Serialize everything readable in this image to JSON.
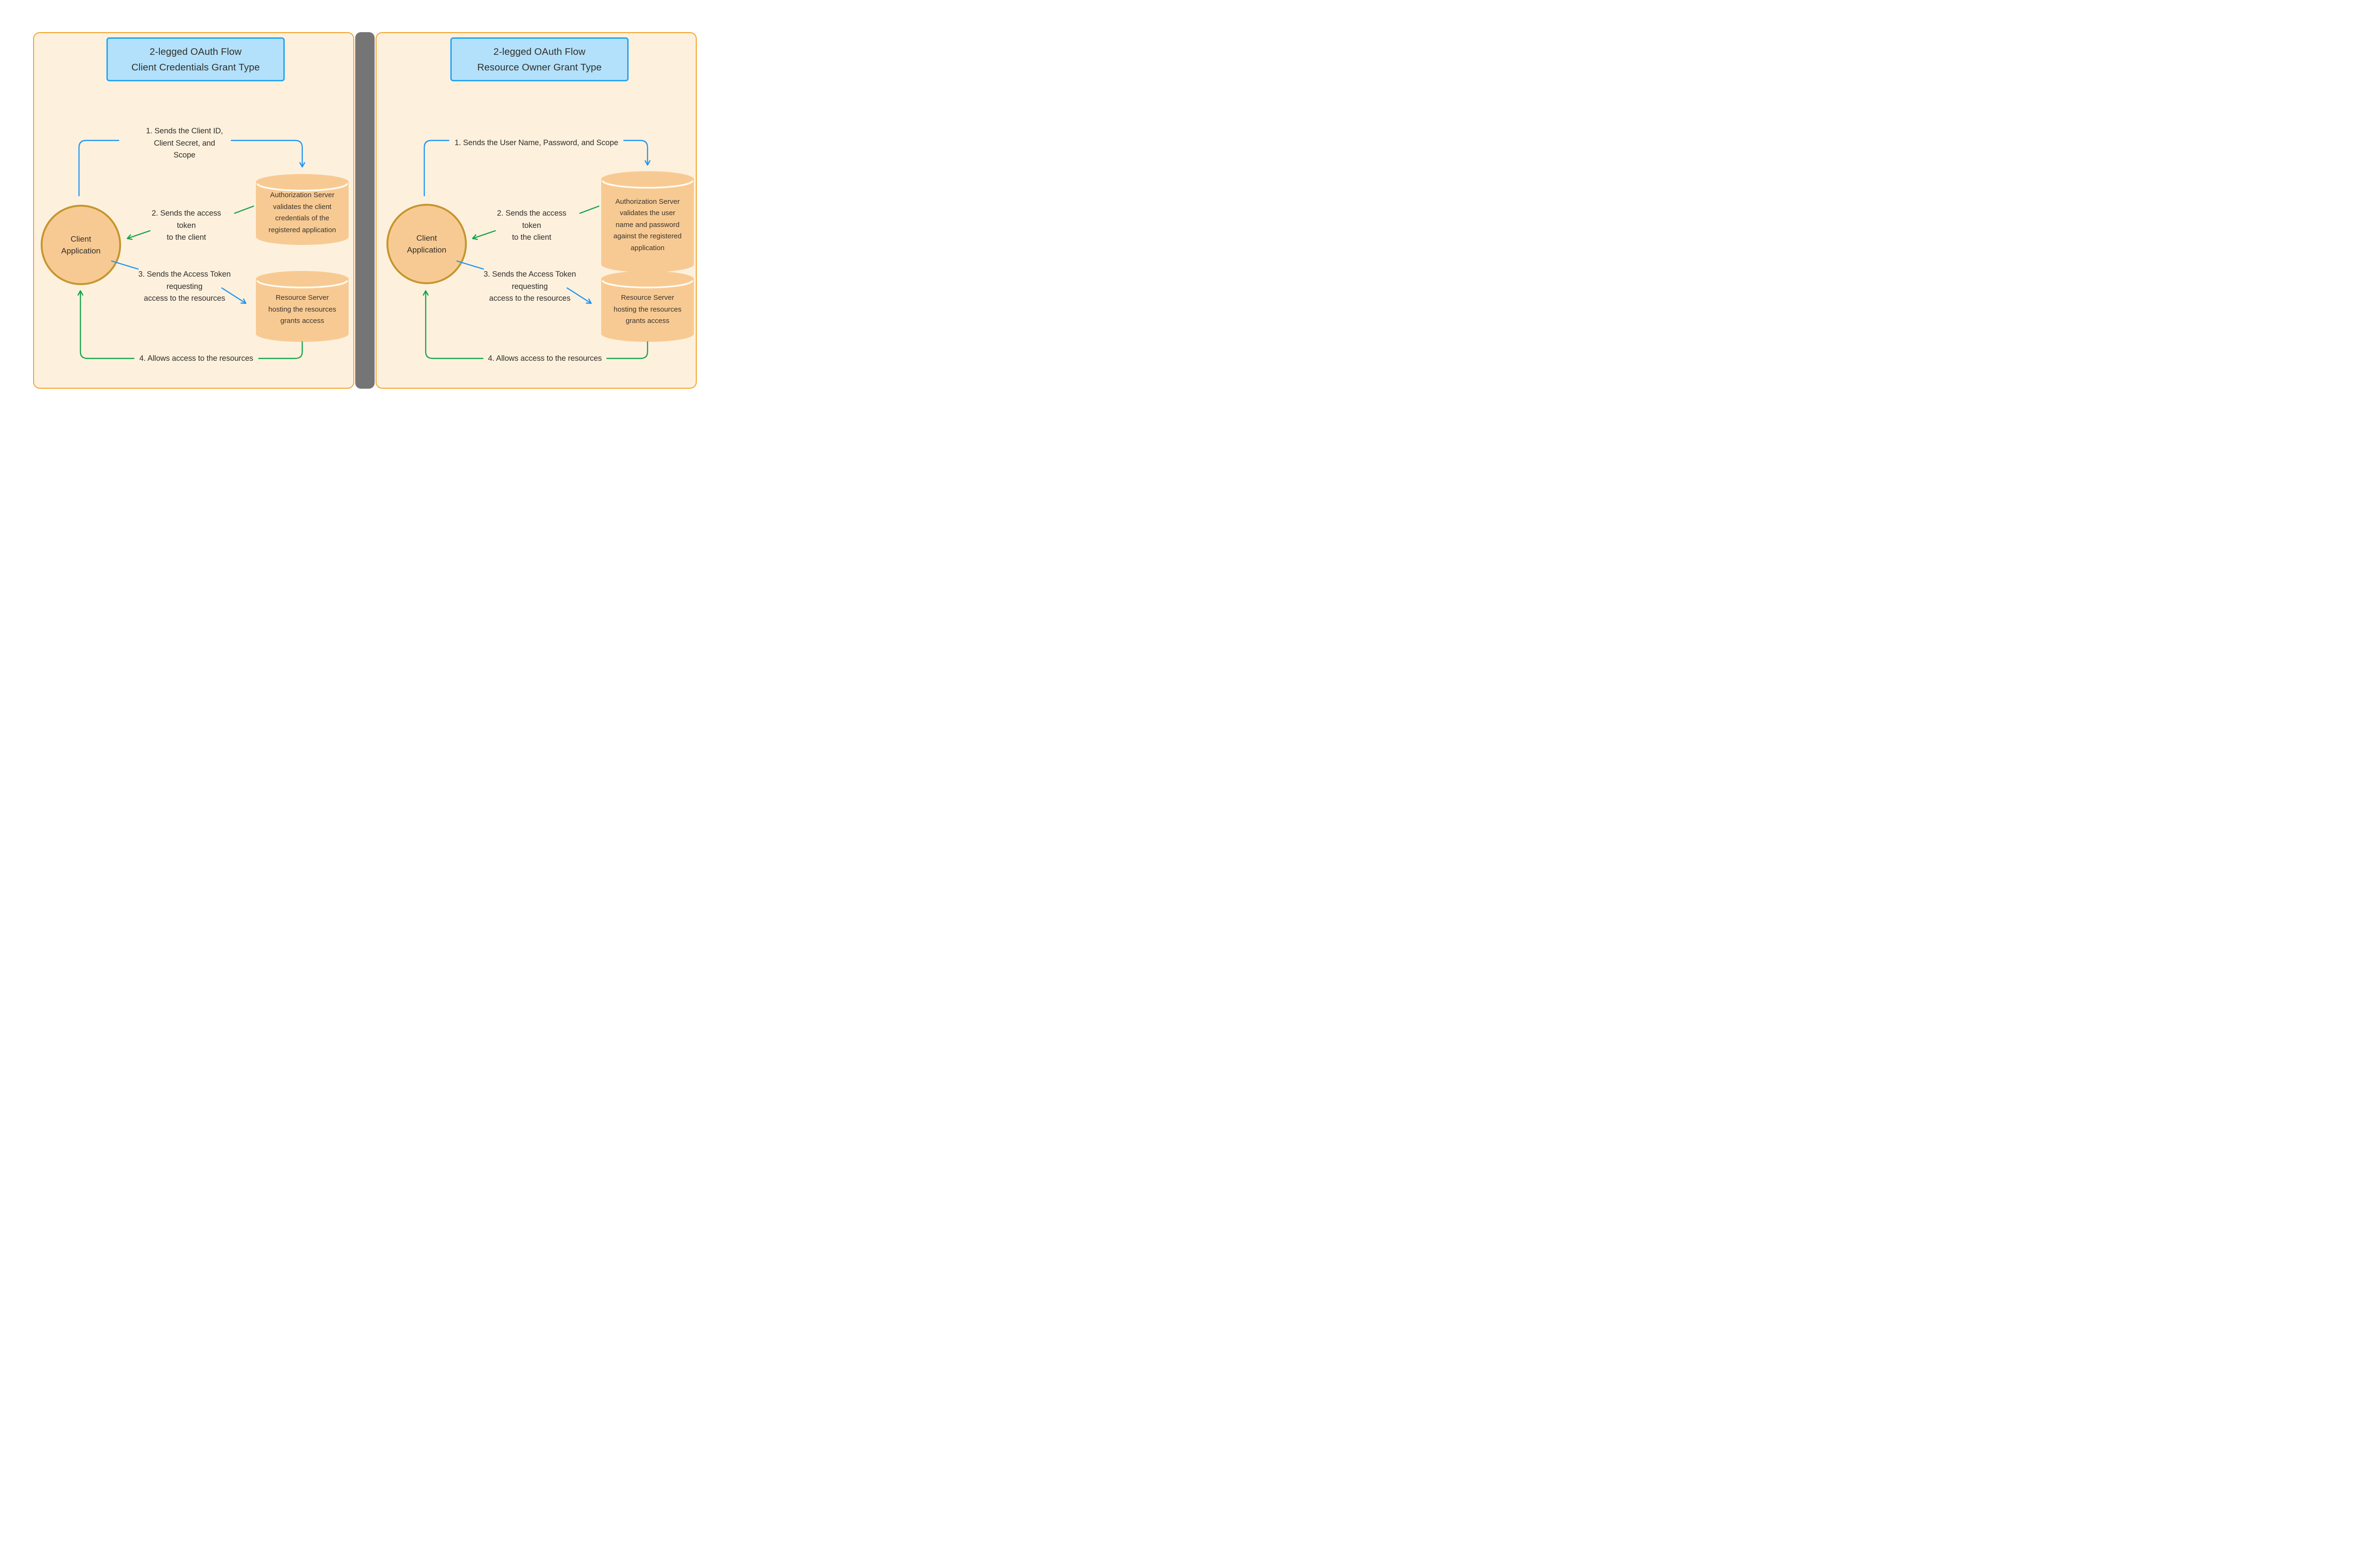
{
  "colors": {
    "page_bg": "#ffffff",
    "panel_bg": "#fdf1de",
    "panel_border": "#f5a228",
    "divider": "#757575",
    "title_fill": "#b3e1fb",
    "title_border": "#2aa5ef",
    "node_fill": "#f8ca93",
    "node_border": "#c6952f",
    "arrow_blue": "#2196f3",
    "arrow_green": "#17a34a",
    "text": "#322e29"
  },
  "left_panel": {
    "title_line1": "2-legged OAuth Flow",
    "title_line2": "Client Credentials Grant Type",
    "client_line1": "Client",
    "client_line2": "Application",
    "step1_line1": "1. Sends the Client ID,",
    "step1_line2": "Client Secret, and",
    "step1_line3": "Scope",
    "step2_line1": "2. Sends the access",
    "step2_line2": "token",
    "step2_line3": "to the client",
    "step3_line1": "3. Sends the Access Token",
    "step3_line2": "requesting",
    "step3_line3": "access to the resources",
    "step4": "4. Allows access to the resources",
    "auth_line1": "Authorization Server",
    "auth_line2": "validates the client",
    "auth_line3": "credentials of the",
    "auth_line4": "registered application",
    "res_line1": "Resource Server",
    "res_line2": "hosting the resources",
    "res_line3": "grants access"
  },
  "right_panel": {
    "title_line1": "2-legged OAuth Flow",
    "title_line2": "Resource Owner Grant Type",
    "client_line1": "Client",
    "client_line2": "Application",
    "step1": "1. Sends the User Name, Password, and Scope",
    "step2_line1": "2. Sends the access",
    "step2_line2": "token",
    "step2_line3": "to the client",
    "step3_line1": "3. Sends the Access Token",
    "step3_line2": "requesting",
    "step3_line3": "access to the resources",
    "step4": "4. Allows access to the resources",
    "auth_line1": "Authorization Server",
    "auth_line2": "validates the user",
    "auth_line3": "name and password",
    "auth_line4": "against the registered",
    "auth_line5": "application",
    "res_line1": "Resource Server",
    "res_line2": "hosting the resources",
    "res_line3": "grants access"
  }
}
